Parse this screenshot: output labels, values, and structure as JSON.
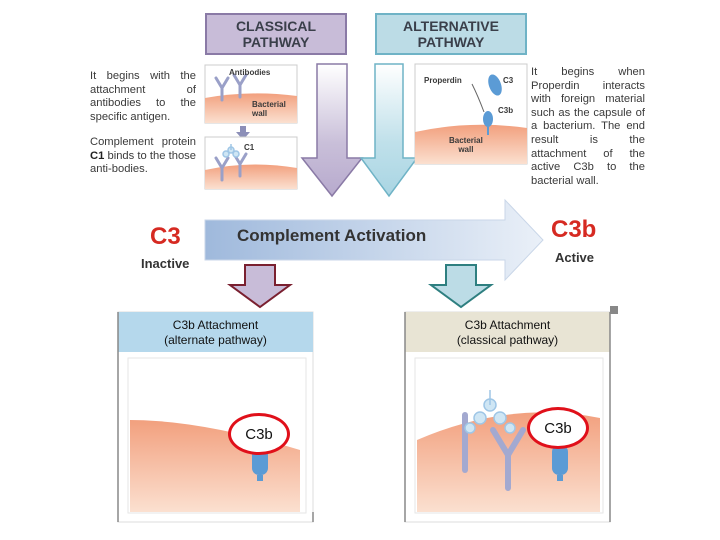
{
  "headers": {
    "classical": "CLASSICAL\nPATHWAY",
    "alternative": "ALTERNATIVE\nPATHWAY"
  },
  "classical_text": {
    "para1": "It begins with the attachment of antibodies to the specific antigen.",
    "para2_a": "Complement protein ",
    "para2_bold": "C1",
    "para2_b": " binds to the those anti-bodies."
  },
  "alternative_text": {
    "para1": "It begins when Properdin interacts with foreign material such as the capsule of a bacterium.",
    "para2": "The end result is the attachment of the active C3b to the bacterial wall."
  },
  "figure_labels": {
    "antibodies": "Antibodies",
    "bacterial_wall": "Bacterial\nwall",
    "c1": "C1",
    "properdin": "Properdin",
    "c3": "C3",
    "c3b": "C3b",
    "bacterial_wall_alt": "Bacterial\nwall"
  },
  "activation": {
    "inactive_name": "C3",
    "inactive_state": "Inactive",
    "label": "Complement Activation",
    "active_name": "C3b",
    "active_state": "Active"
  },
  "panels": {
    "left_title": "C3b Attachment\n(alternate pathway)",
    "left_oval": "C3b",
    "right_title": "C3b Attachment\n(classical pathway)",
    "right_oval": "C3b"
  },
  "colors": {
    "classical_fill": "#c8bcd8",
    "alternative_fill": "#bcdce6",
    "c3_red": "#d62a22",
    "tissue": "#f0a07a",
    "left_panel_header": "#b5d8ec",
    "right_panel_header": "#e8e4d4"
  }
}
